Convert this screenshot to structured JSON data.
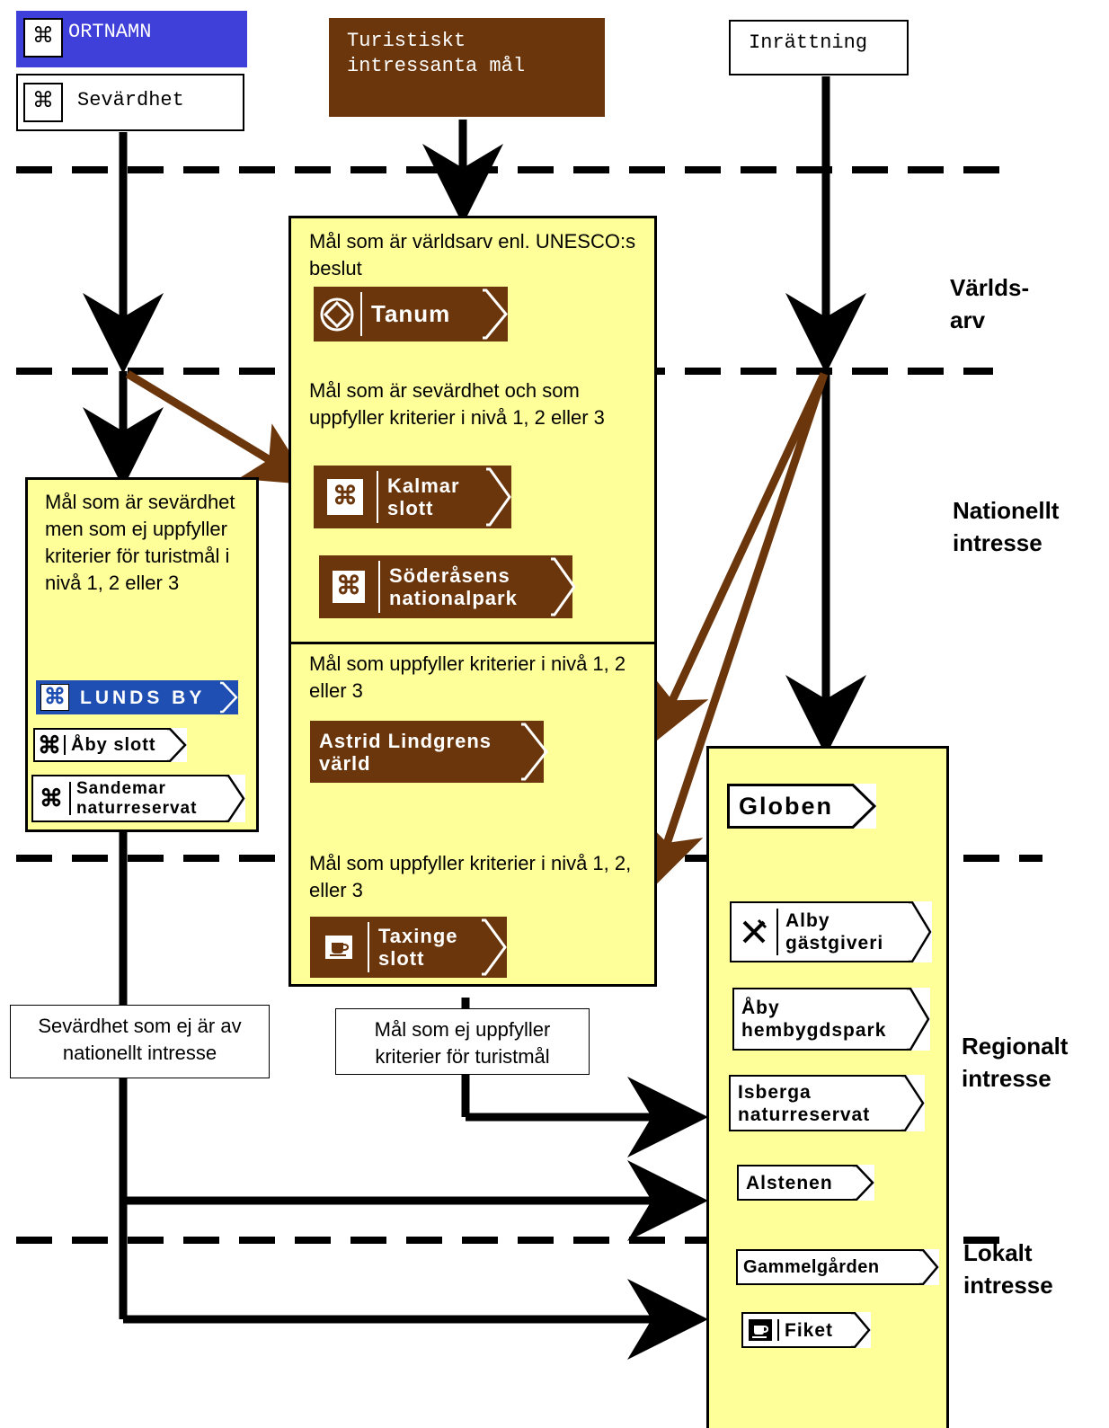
{
  "legend": {
    "ortnamn_label": "ORTNAMN",
    "sevardhet_label": "Sevärdhet",
    "turistiskt_label": "Turistiskt intressanta mål",
    "inrattning_label": "Inrättning"
  },
  "levels": {
    "varldsarv": "Världs- arv",
    "nationellt": "Nationellt intresse",
    "regionalt": "Regionalt intresse",
    "lokalt": "Lokalt intresse"
  },
  "boxes": {
    "varldsarv_desc": "Mål som är världsarv enl. UNESCO:s   beslut",
    "sevardhet_krit_desc": "Mål som är sevärdhet och som uppfyller kriterier i nivå 1, 2 eller 3",
    "kriterier_desc_1": "Mål som uppfyller kriterier i nivå 1, 2 eller 3",
    "kriterier_desc_2": "Mål som uppfyller kriterier i nivå 1, 2, eller 3",
    "sevardhet_ej_desc": "Mål som är sevärdhet men som ej uppfyller kriterier för turistmål i nivå 1, 2 eller 3"
  },
  "notes": {
    "sevardhet_ej_nationellt": "Sevärdhet som ej är av nationellt intresse",
    "ej_turistmal": "Mål som ej uppfyller kriterier för turistmål"
  },
  "signs": {
    "tanum": "Tanum",
    "kalmar": "Kalmar slott",
    "soderasens": "Söderåsens nationalpark",
    "astrid": "Astrid Lindgrens värld",
    "taxinge": "Taxinge slott",
    "lunds_by": "LUNDS BY",
    "aby_slott": "Åby slott",
    "sandemar": "Sandemar naturreservat",
    "globen": "Globen",
    "alby": "Alby gästgiveri",
    "aby_hembygd": "Åby hembygdspark",
    "isberga": "Isberga naturreservat",
    "alstenen": "Alstenen",
    "gammelgarden": "Gammelgården",
    "fiket": "Fiket"
  },
  "icons": {
    "sevardhet_symbol": "⌘",
    "world_heritage": "world-heritage-icon",
    "cafe": "cafe-icon",
    "restaurant": "fork-knife-icon"
  },
  "colors": {
    "brown": "#6b360b",
    "blue_ortnamn": "#3f3fd9",
    "blue_sign": "#1f4fb3",
    "yellow": "#ffff99",
    "arrow_black": "#000000",
    "arrow_brown": "#6b360b"
  }
}
